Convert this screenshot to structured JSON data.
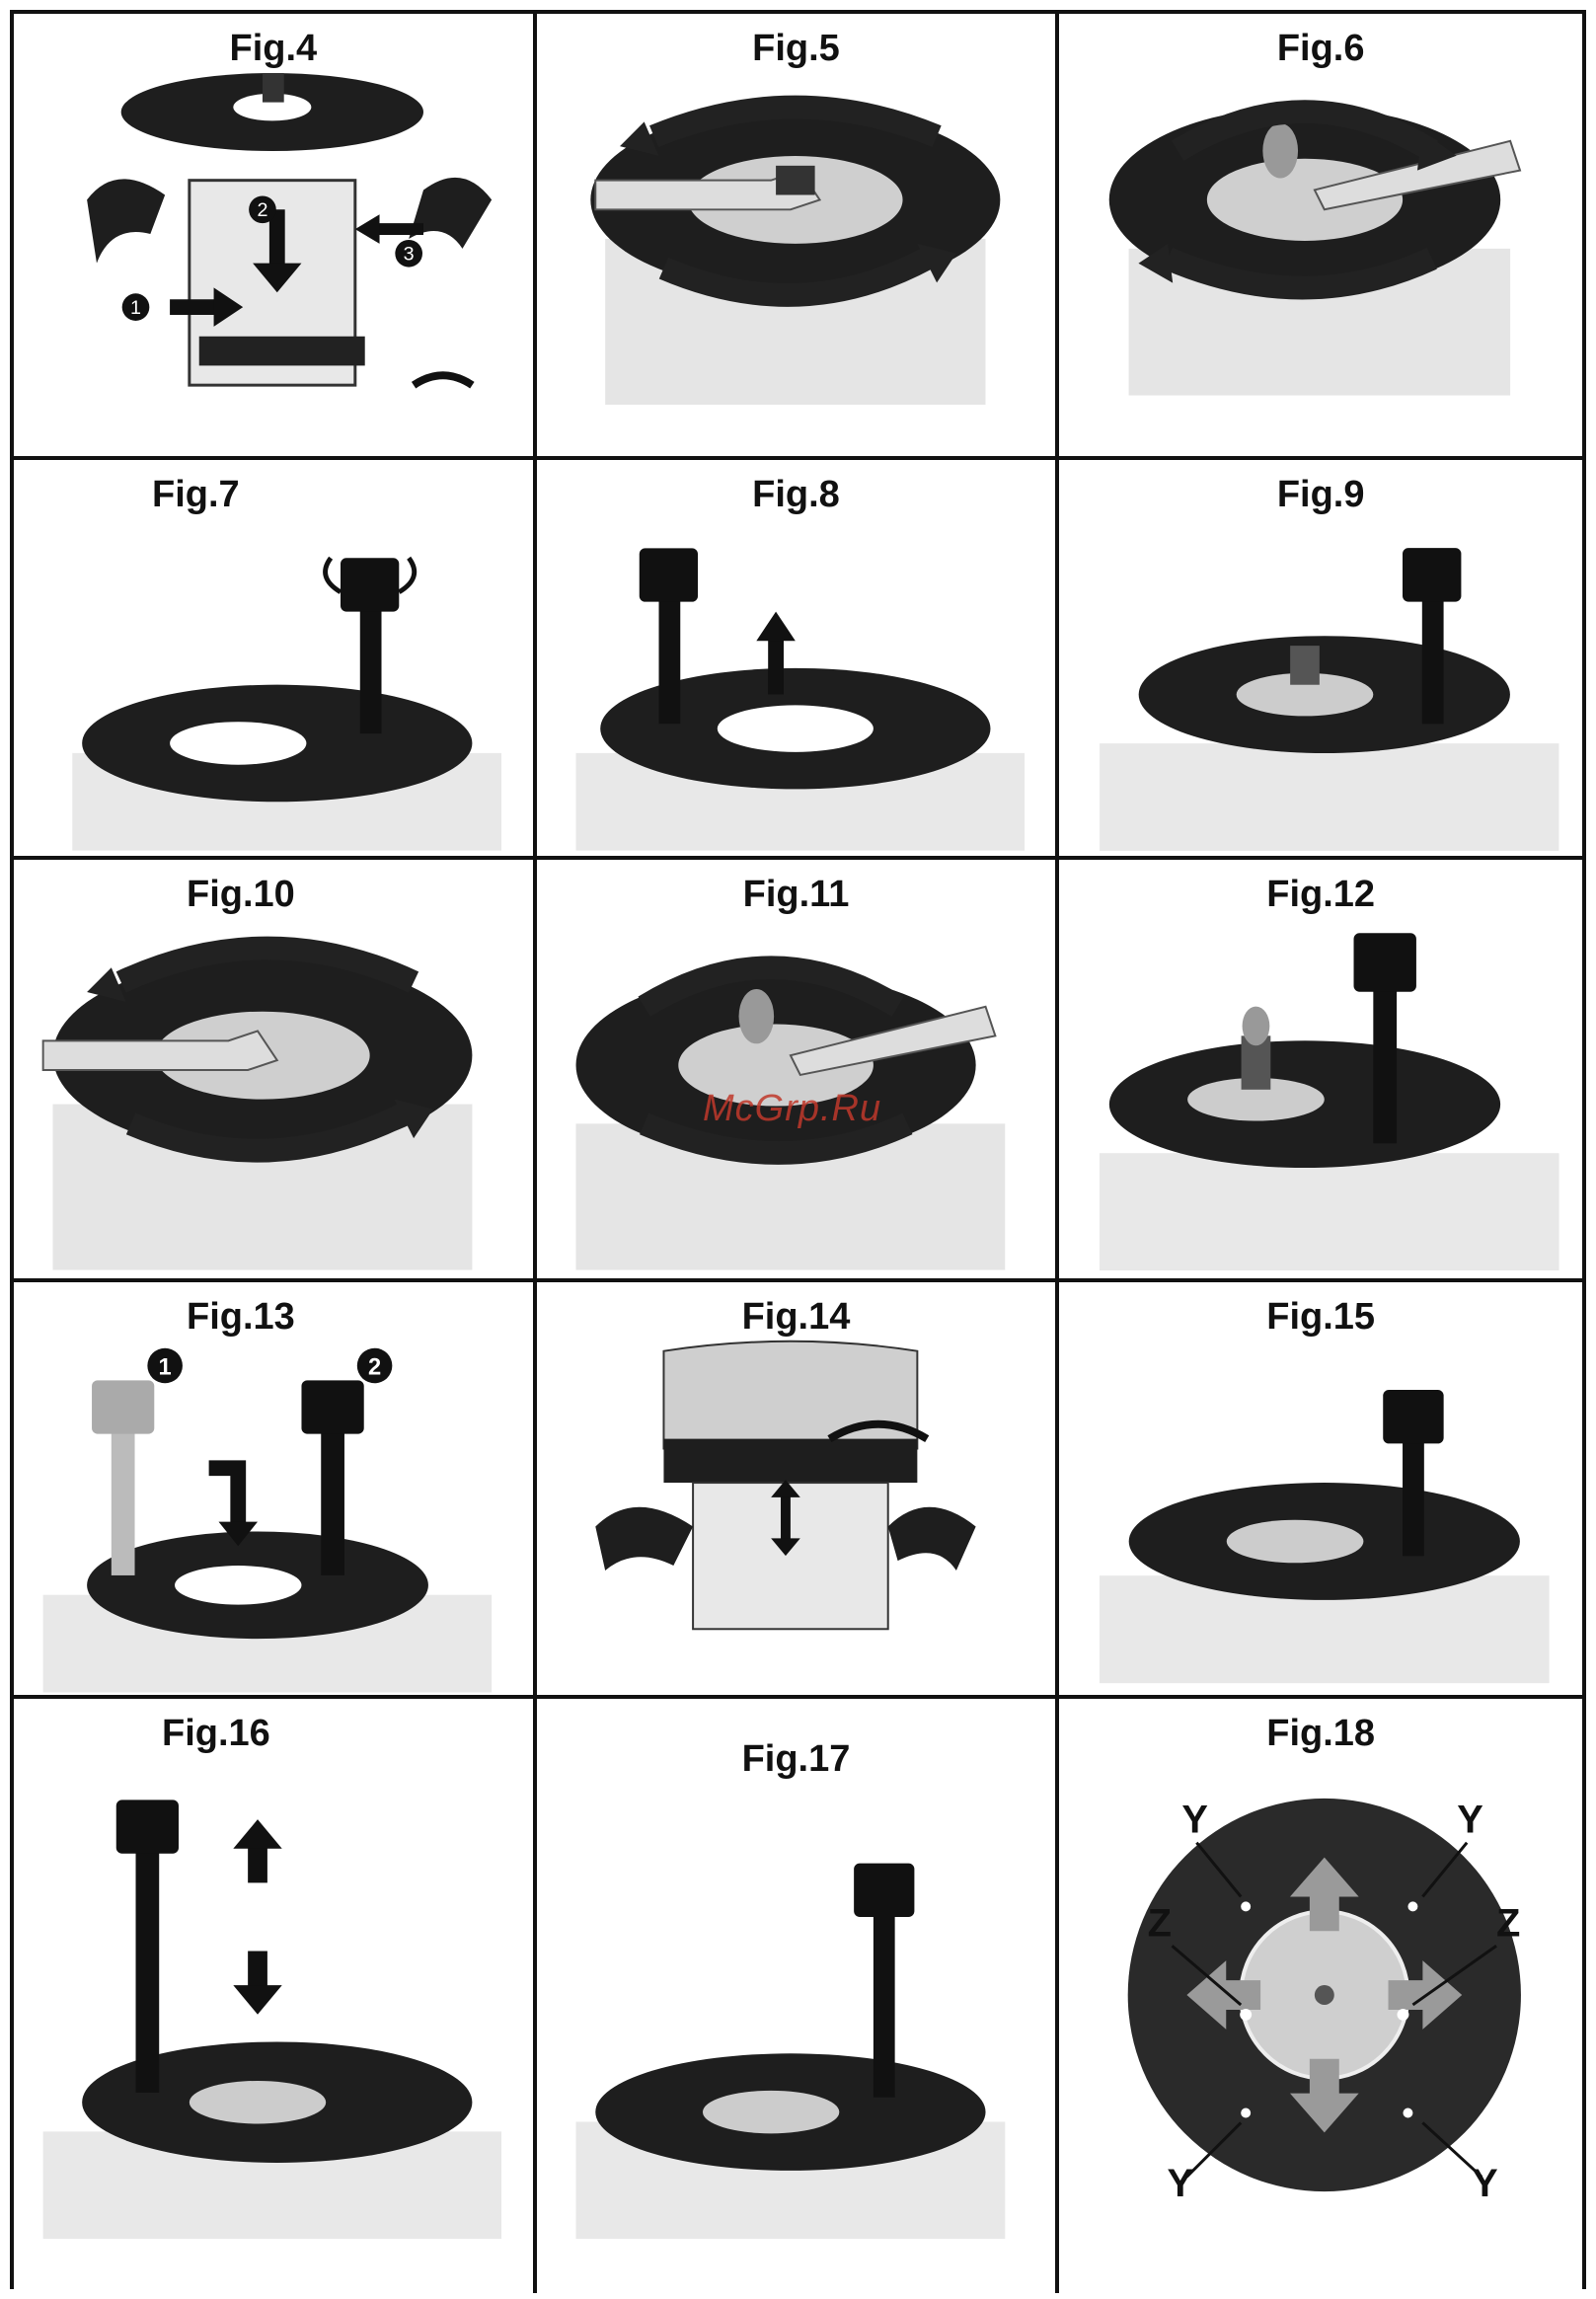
{
  "figures": [
    {
      "id": "fig4",
      "title": "Fig.4",
      "illustration": "router-depth-lock-steps",
      "markers": [
        "1",
        "2",
        "3"
      ]
    },
    {
      "id": "fig5",
      "title": "Fig.5",
      "illustration": "wrench-loosen-collet-nut"
    },
    {
      "id": "fig6",
      "title": "Fig.6",
      "illustration": "wrench-tighten-collet-nut"
    },
    {
      "id": "fig7",
      "title": "Fig.7",
      "illustration": "centering-pin-on-base"
    },
    {
      "id": "fig8",
      "title": "Fig.8",
      "illustration": "centering-pin-lift-up"
    },
    {
      "id": "fig9",
      "title": "Fig.9",
      "illustration": "centering-pin-with-collet"
    },
    {
      "id": "fig10",
      "title": "Fig.10",
      "illustration": "wrench-loosen-collet-nut"
    },
    {
      "id": "fig11",
      "title": "Fig.11",
      "illustration": "wrench-tighten-cutter"
    },
    {
      "id": "fig12",
      "title": "Fig.12",
      "illustration": "centering-pin-with-cutter"
    },
    {
      "id": "fig13",
      "title": "Fig.13",
      "illustration": "two-centering-pins",
      "markers": [
        "1",
        "2"
      ]
    },
    {
      "id": "fig14",
      "title": "Fig.14",
      "illustration": "router-height-adjust"
    },
    {
      "id": "fig15",
      "title": "Fig.15",
      "illustration": "centering-pin-on-base"
    },
    {
      "id": "fig16",
      "title": "Fig.16",
      "illustration": "centering-pin-up-down"
    },
    {
      "id": "fig17",
      "title": "Fig.17",
      "illustration": "centering-pin-on-base"
    },
    {
      "id": "fig18",
      "title": "Fig.18",
      "illustration": "base-plate-top-view",
      "labels": {
        "y": "Y",
        "z": "Z"
      }
    }
  ],
  "watermark": "McGrp.Ru",
  "colors": {
    "ink": "#111111",
    "plate": "#1e1e1e",
    "metal": "#bdbdbd",
    "arrow_grey": "#9a9a9a",
    "watermark": "#c0392b"
  }
}
